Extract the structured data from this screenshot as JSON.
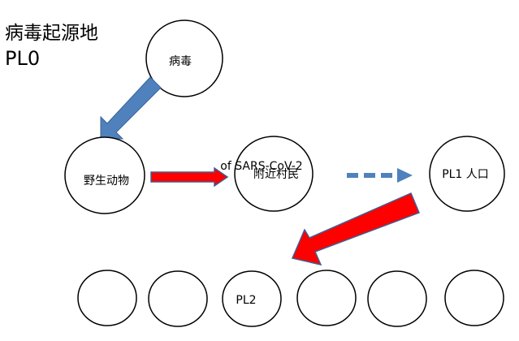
{
  "title": {
    "line1": "病毒起源地",
    "line2": "PL0"
  },
  "nodes": {
    "virus": "病毒",
    "wild_animals": "野生动物",
    "villagers": "附近村民",
    "virus_name": "of SARS-CoV-2",
    "pl1": "PL1 人口",
    "pl2": "PL2"
  },
  "colors": {
    "blue_arrow": "#4f81bd",
    "red_arrow": "#ff0000",
    "arrow_outline": "#3f5f8f",
    "circle_stroke": "#000000"
  }
}
